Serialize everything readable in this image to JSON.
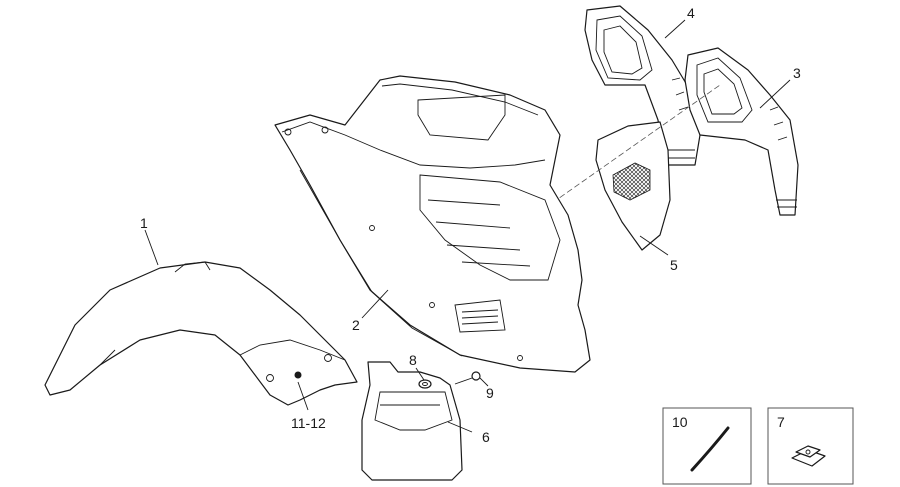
{
  "callouts": {
    "c1": "1",
    "c2": "2",
    "c3": "3",
    "c4": "4",
    "c5": "5",
    "c6": "6",
    "c8": "8",
    "c9": "9",
    "c1112": "11-12"
  },
  "inset_boxes": {
    "box10": "10",
    "box7": "7"
  }
}
